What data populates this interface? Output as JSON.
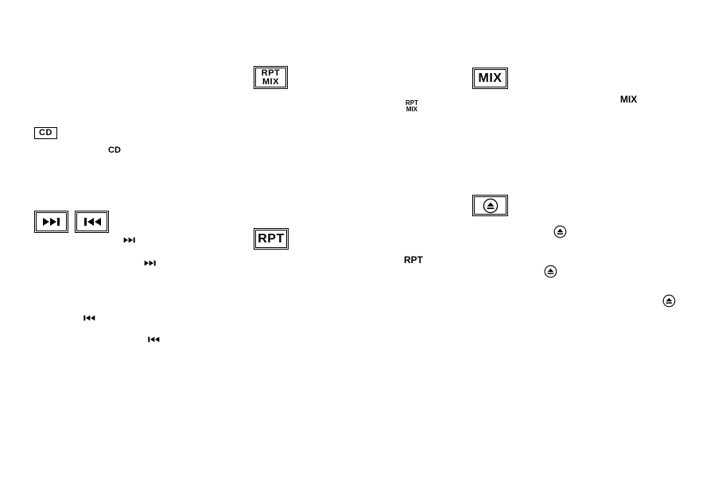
{
  "buttons": {
    "cd": "CD",
    "rpt_mix_line1": "RPT",
    "rpt_mix_line2": "MIX",
    "rpt": "RPT",
    "mix": "MIX"
  },
  "inline": {
    "cd": "CD",
    "rpt_mix_line1": "RPT",
    "rpt_mix_line2": "MIX",
    "rpt": "RPT",
    "mix": "MIX"
  },
  "icons": [
    "next-track-icon",
    "previous-track-icon",
    "eject-icon"
  ]
}
